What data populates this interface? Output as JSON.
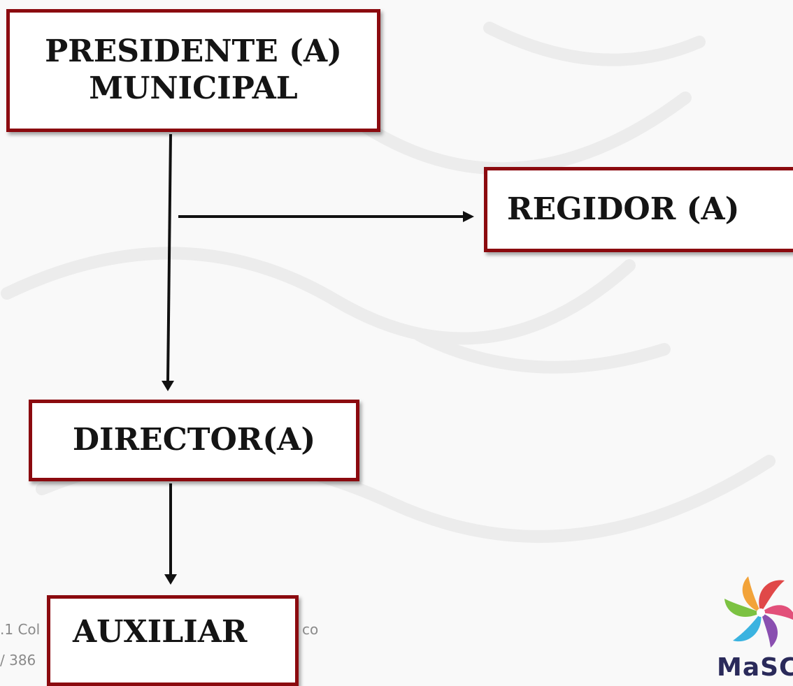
{
  "boxes": {
    "president": [
      "PRESIDENTE (A)",
      "MUNICIPAL"
    ],
    "regidor": "REGIDOR (A)",
    "director": "DIRECTOR(A)",
    "auxiliar": "AUXILIAR"
  },
  "footer": {
    "line1": ".1 Col",
    "line2": "/ 386",
    "line3": "co"
  },
  "logo": {
    "text": "MaSC",
    "icon": "swirl-flower-icon"
  },
  "colors": {
    "box_border": "#8b0a0f",
    "arrow": "#111111",
    "logo_petals": [
      "#e04848",
      "#f2a33a",
      "#7cc242",
      "#3bb3e0",
      "#8a4fb0",
      "#e2507a"
    ]
  }
}
